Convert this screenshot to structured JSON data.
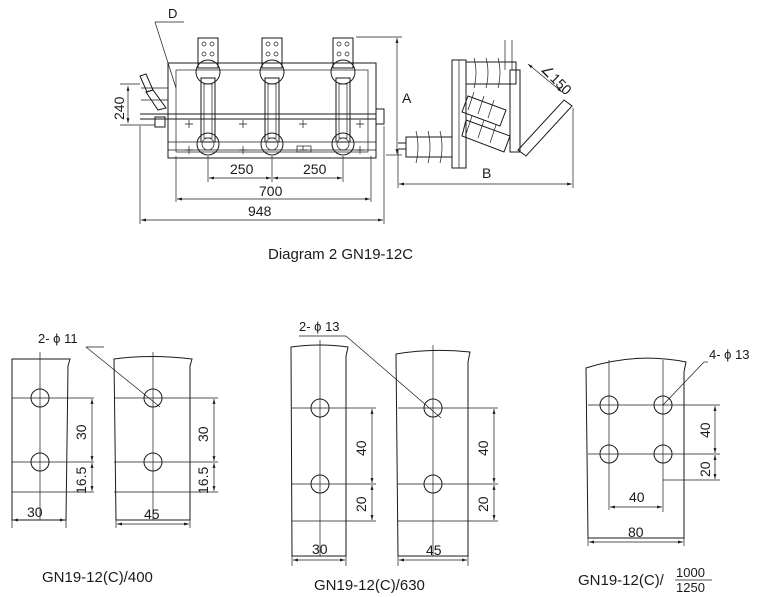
{
  "main_diagram": {
    "caption": "Diagram 2  GN19-12C",
    "callout_d": "D",
    "dim_240": "240",
    "dim_250_left": "250",
    "dim_250_right": "250",
    "dim_700": "700",
    "dim_948": "948",
    "dim_a": "A",
    "dim_b": "B",
    "dim_150": "150",
    "angle_symbol": "∠"
  },
  "terminal_400": {
    "caption": "GN19-12(C)/400",
    "hole_label": "2- ϕ 11",
    "dim_30_vertical_left": "30",
    "dim_16_5_left": "16.5",
    "dim_30_vertical_right": "30",
    "dim_16_5_right": "16.5",
    "dim_30_width": "30",
    "dim_45_width": "45"
  },
  "terminal_630": {
    "caption": "GN19-12(C)/630",
    "hole_label": "2- ϕ 13",
    "dim_40_left": "40",
    "dim_20_left": "20",
    "dim_40_right": "40",
    "dim_20_right": "20",
    "dim_30_width": "30",
    "dim_45_width": "45"
  },
  "terminal_1000": {
    "caption_prefix": "GN19-12(C)/",
    "caption_top": "1000",
    "caption_bottom": "1250",
    "hole_label": "4- ϕ 13",
    "dim_40_vertical": "40",
    "dim_20_vertical": "20",
    "dim_40_width": "40",
    "dim_80_width": "80"
  }
}
